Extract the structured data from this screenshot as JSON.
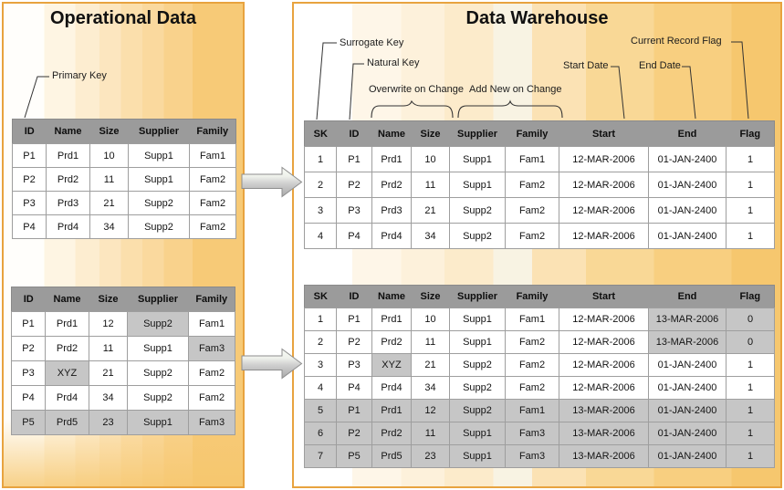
{
  "left_panel": {
    "title": "Operational Data",
    "labels": {
      "primary_key": "Primary Key"
    },
    "current_table": {
      "columns": [
        "ID",
        "Name",
        "Size",
        "Supplier",
        "Family"
      ],
      "rows": [
        [
          "P1",
          "Prd1",
          "10",
          "Supp1",
          "Fam1"
        ],
        [
          "P2",
          "Prd2",
          "11",
          "Supp1",
          "Fam2"
        ],
        [
          "P3",
          "Prd3",
          "21",
          "Supp2",
          "Fam2"
        ],
        [
          "P4",
          "Prd4",
          "34",
          "Supp2",
          "Fam2"
        ]
      ],
      "highlight_cells": [],
      "highlight_rows": []
    },
    "changed_table": {
      "columns": [
        "ID",
        "Name",
        "Size",
        "Supplier",
        "Family"
      ],
      "rows": [
        [
          "P1",
          "Prd1",
          "12",
          "Supp2",
          "Fam1"
        ],
        [
          "P2",
          "Prd2",
          "11",
          "Supp1",
          "Fam3"
        ],
        [
          "P3",
          "XYZ",
          "21",
          "Supp2",
          "Fam2"
        ],
        [
          "P4",
          "Prd4",
          "34",
          "Supp2",
          "Fam2"
        ],
        [
          "P5",
          "Prd5",
          "23",
          "Supp1",
          "Fam3"
        ]
      ],
      "highlight_cells": [
        [
          0,
          3
        ],
        [
          1,
          4
        ],
        [
          2,
          1
        ]
      ],
      "highlight_rows": [
        4
      ]
    }
  },
  "right_panel": {
    "title": "Data Warehouse",
    "labels": {
      "surrogate_key": "Surrogate Key",
      "natural_key": "Natural Key",
      "overwrite_on_change": "Overwrite on Change",
      "add_new_on_change": "Add New on Change",
      "start_date": "Start Date",
      "end_date": "End Date",
      "current_record_flag": "Current Record Flag"
    },
    "initial_table": {
      "columns": [
        "SK",
        "ID",
        "Name",
        "Size",
        "Supplier",
        "Family",
        "Start",
        "End",
        "Flag"
      ],
      "rows": [
        [
          "1",
          "P1",
          "Prd1",
          "10",
          "Supp1",
          "Fam1",
          "12-MAR-2006",
          "01-JAN-2400",
          "1"
        ],
        [
          "2",
          "P2",
          "Prd2",
          "11",
          "Supp1",
          "Fam2",
          "12-MAR-2006",
          "01-JAN-2400",
          "1"
        ],
        [
          "3",
          "P3",
          "Prd3",
          "21",
          "Supp2",
          "Fam2",
          "12-MAR-2006",
          "01-JAN-2400",
          "1"
        ],
        [
          "4",
          "P4",
          "Prd4",
          "34",
          "Supp2",
          "Fam2",
          "12-MAR-2006",
          "01-JAN-2400",
          "1"
        ]
      ],
      "highlight_cells": [],
      "highlight_rows": []
    },
    "updated_table": {
      "columns": [
        "SK",
        "ID",
        "Name",
        "Size",
        "Supplier",
        "Family",
        "Start",
        "End",
        "Flag"
      ],
      "rows": [
        [
          "1",
          "P1",
          "Prd1",
          "10",
          "Supp1",
          "Fam1",
          "12-MAR-2006",
          "13-MAR-2006",
          "0"
        ],
        [
          "2",
          "P2",
          "Prd2",
          "11",
          "Supp1",
          "Fam2",
          "12-MAR-2006",
          "13-MAR-2006",
          "0"
        ],
        [
          "3",
          "P3",
          "XYZ",
          "21",
          "Supp2",
          "Fam2",
          "12-MAR-2006",
          "01-JAN-2400",
          "1"
        ],
        [
          "4",
          "P4",
          "Prd4",
          "34",
          "Supp2",
          "Fam2",
          "12-MAR-2006",
          "01-JAN-2400",
          "1"
        ],
        [
          "5",
          "P1",
          "Prd1",
          "12",
          "Supp2",
          "Fam1",
          "13-MAR-2006",
          "01-JAN-2400",
          "1"
        ],
        [
          "6",
          "P2",
          "Prd2",
          "11",
          "Supp1",
          "Fam3",
          "13-MAR-2006",
          "01-JAN-2400",
          "1"
        ],
        [
          "7",
          "P5",
          "Prd5",
          "23",
          "Supp1",
          "Fam3",
          "13-MAR-2006",
          "01-JAN-2400",
          "1"
        ]
      ],
      "highlight_cells": [
        [
          0,
          7
        ],
        [
          0,
          8
        ],
        [
          1,
          7
        ],
        [
          1,
          8
        ],
        [
          2,
          2
        ]
      ],
      "highlight_rows": [
        4,
        5,
        6
      ]
    }
  },
  "colors": {
    "panel_border": "#E8A33F",
    "panel_gradient_start": "#FFFFFF",
    "panel_gradient_end": "#F7CA77",
    "table_header_bg": "#9B9B9B",
    "highlight_bg": "#C6C6C6",
    "cell_border": "#9E9E9E",
    "annotation_line": "#333333",
    "arrow_fill_top": "#F8FAF5",
    "arrow_fill_bottom": "#A8A8A8",
    "arrow_outline": "#8E8E8E"
  }
}
